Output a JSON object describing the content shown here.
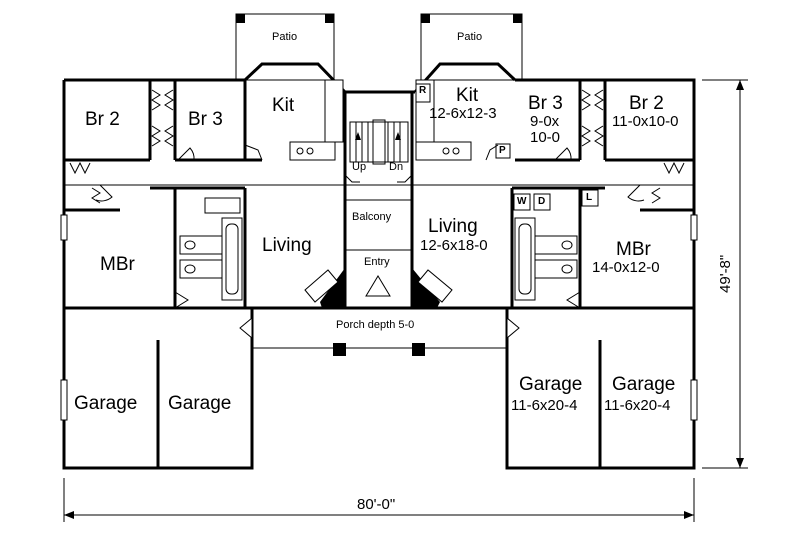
{
  "rooms": {
    "patio_left": "Patio",
    "patio_right": "Patio",
    "br2_left": "Br 2",
    "br3_left": "Br 3",
    "kit_left": "Kit",
    "kit_right": "Kit",
    "kit_right_size": "12-6x12-3",
    "br3_right": "Br 3",
    "br3_right_size1": "9-0x",
    "br3_right_size2": "10-0",
    "br2_right": "Br 2",
    "br2_right_size": "11-0x10-0",
    "up": "Up",
    "dn": "Dn",
    "balcony": "Balcony",
    "entry": "Entry",
    "living_left": "Living",
    "living_right": "Living",
    "living_right_size": "12-6x18-0",
    "mbr_left": "MBr",
    "mbr_right": "MBr",
    "mbr_right_size": "14-0x12-0",
    "porch": "Porch depth 5-0",
    "garage_1": "Garage",
    "garage_2": "Garage",
    "garage_3": "Garage",
    "garage_3_size": "11-6x20-4",
    "garage_4": "Garage",
    "garage_4_size": "11-6x20-4"
  },
  "appliances": {
    "refrigerator": "R",
    "pantry": "P",
    "washer": "W",
    "dryer": "D",
    "linen": "L"
  },
  "dimensions": {
    "width": "80'-0\"",
    "depth": "49'-8\""
  }
}
